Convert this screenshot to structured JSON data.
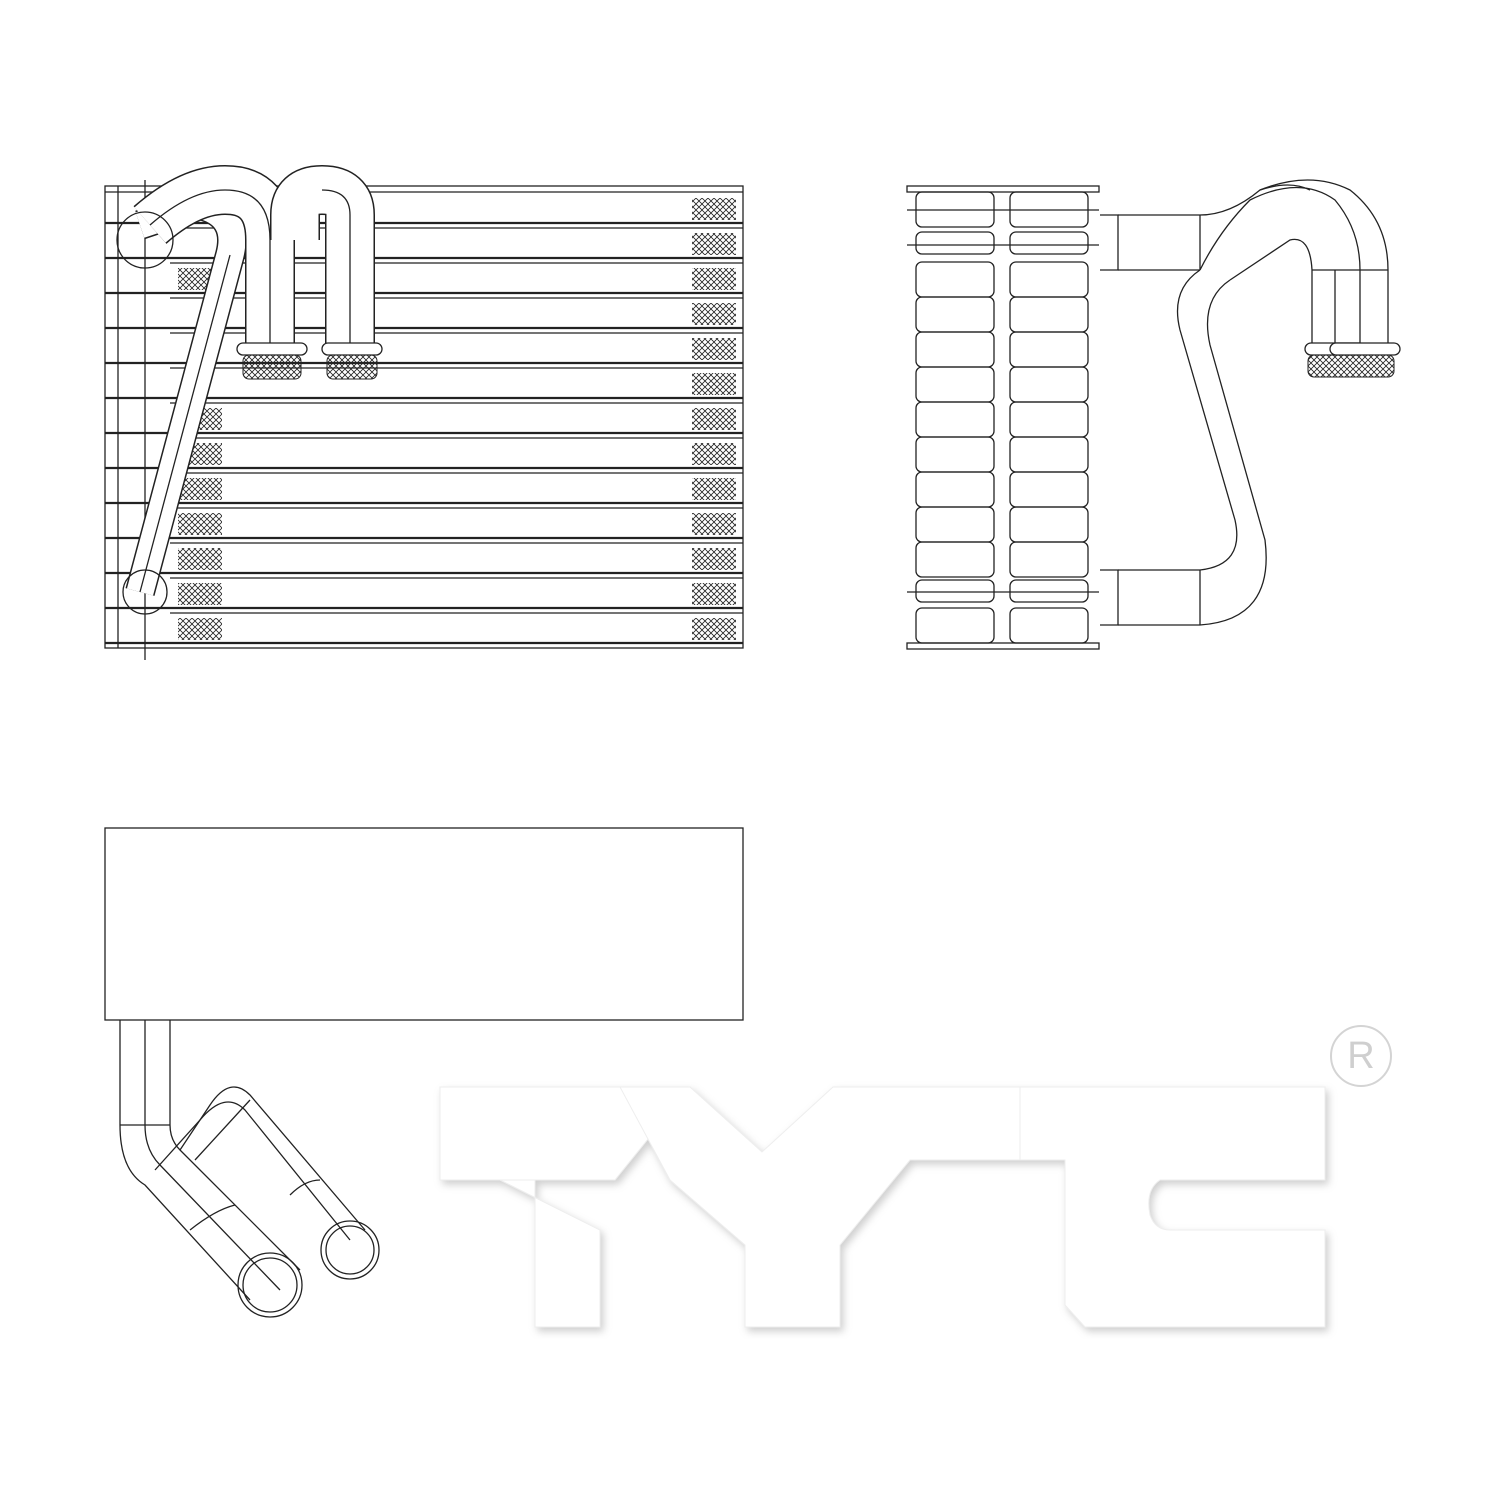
{
  "diagram": {
    "subject": "A/C evaporator core technical line drawing",
    "views": [
      {
        "id": "front-view",
        "label": "Front view"
      },
      {
        "id": "side-view",
        "label": "Side view"
      },
      {
        "id": "top-view",
        "label": "Top view"
      }
    ],
    "front_view": {
      "tube_rows": 13,
      "fittings": 2
    },
    "side_view": {
      "plate_rows": 13,
      "fittings": 2
    },
    "top_view": {
      "fittings": 2
    }
  },
  "watermark": {
    "brand": "TYC",
    "registered_symbol": "R",
    "color": "#f2f2f2"
  }
}
